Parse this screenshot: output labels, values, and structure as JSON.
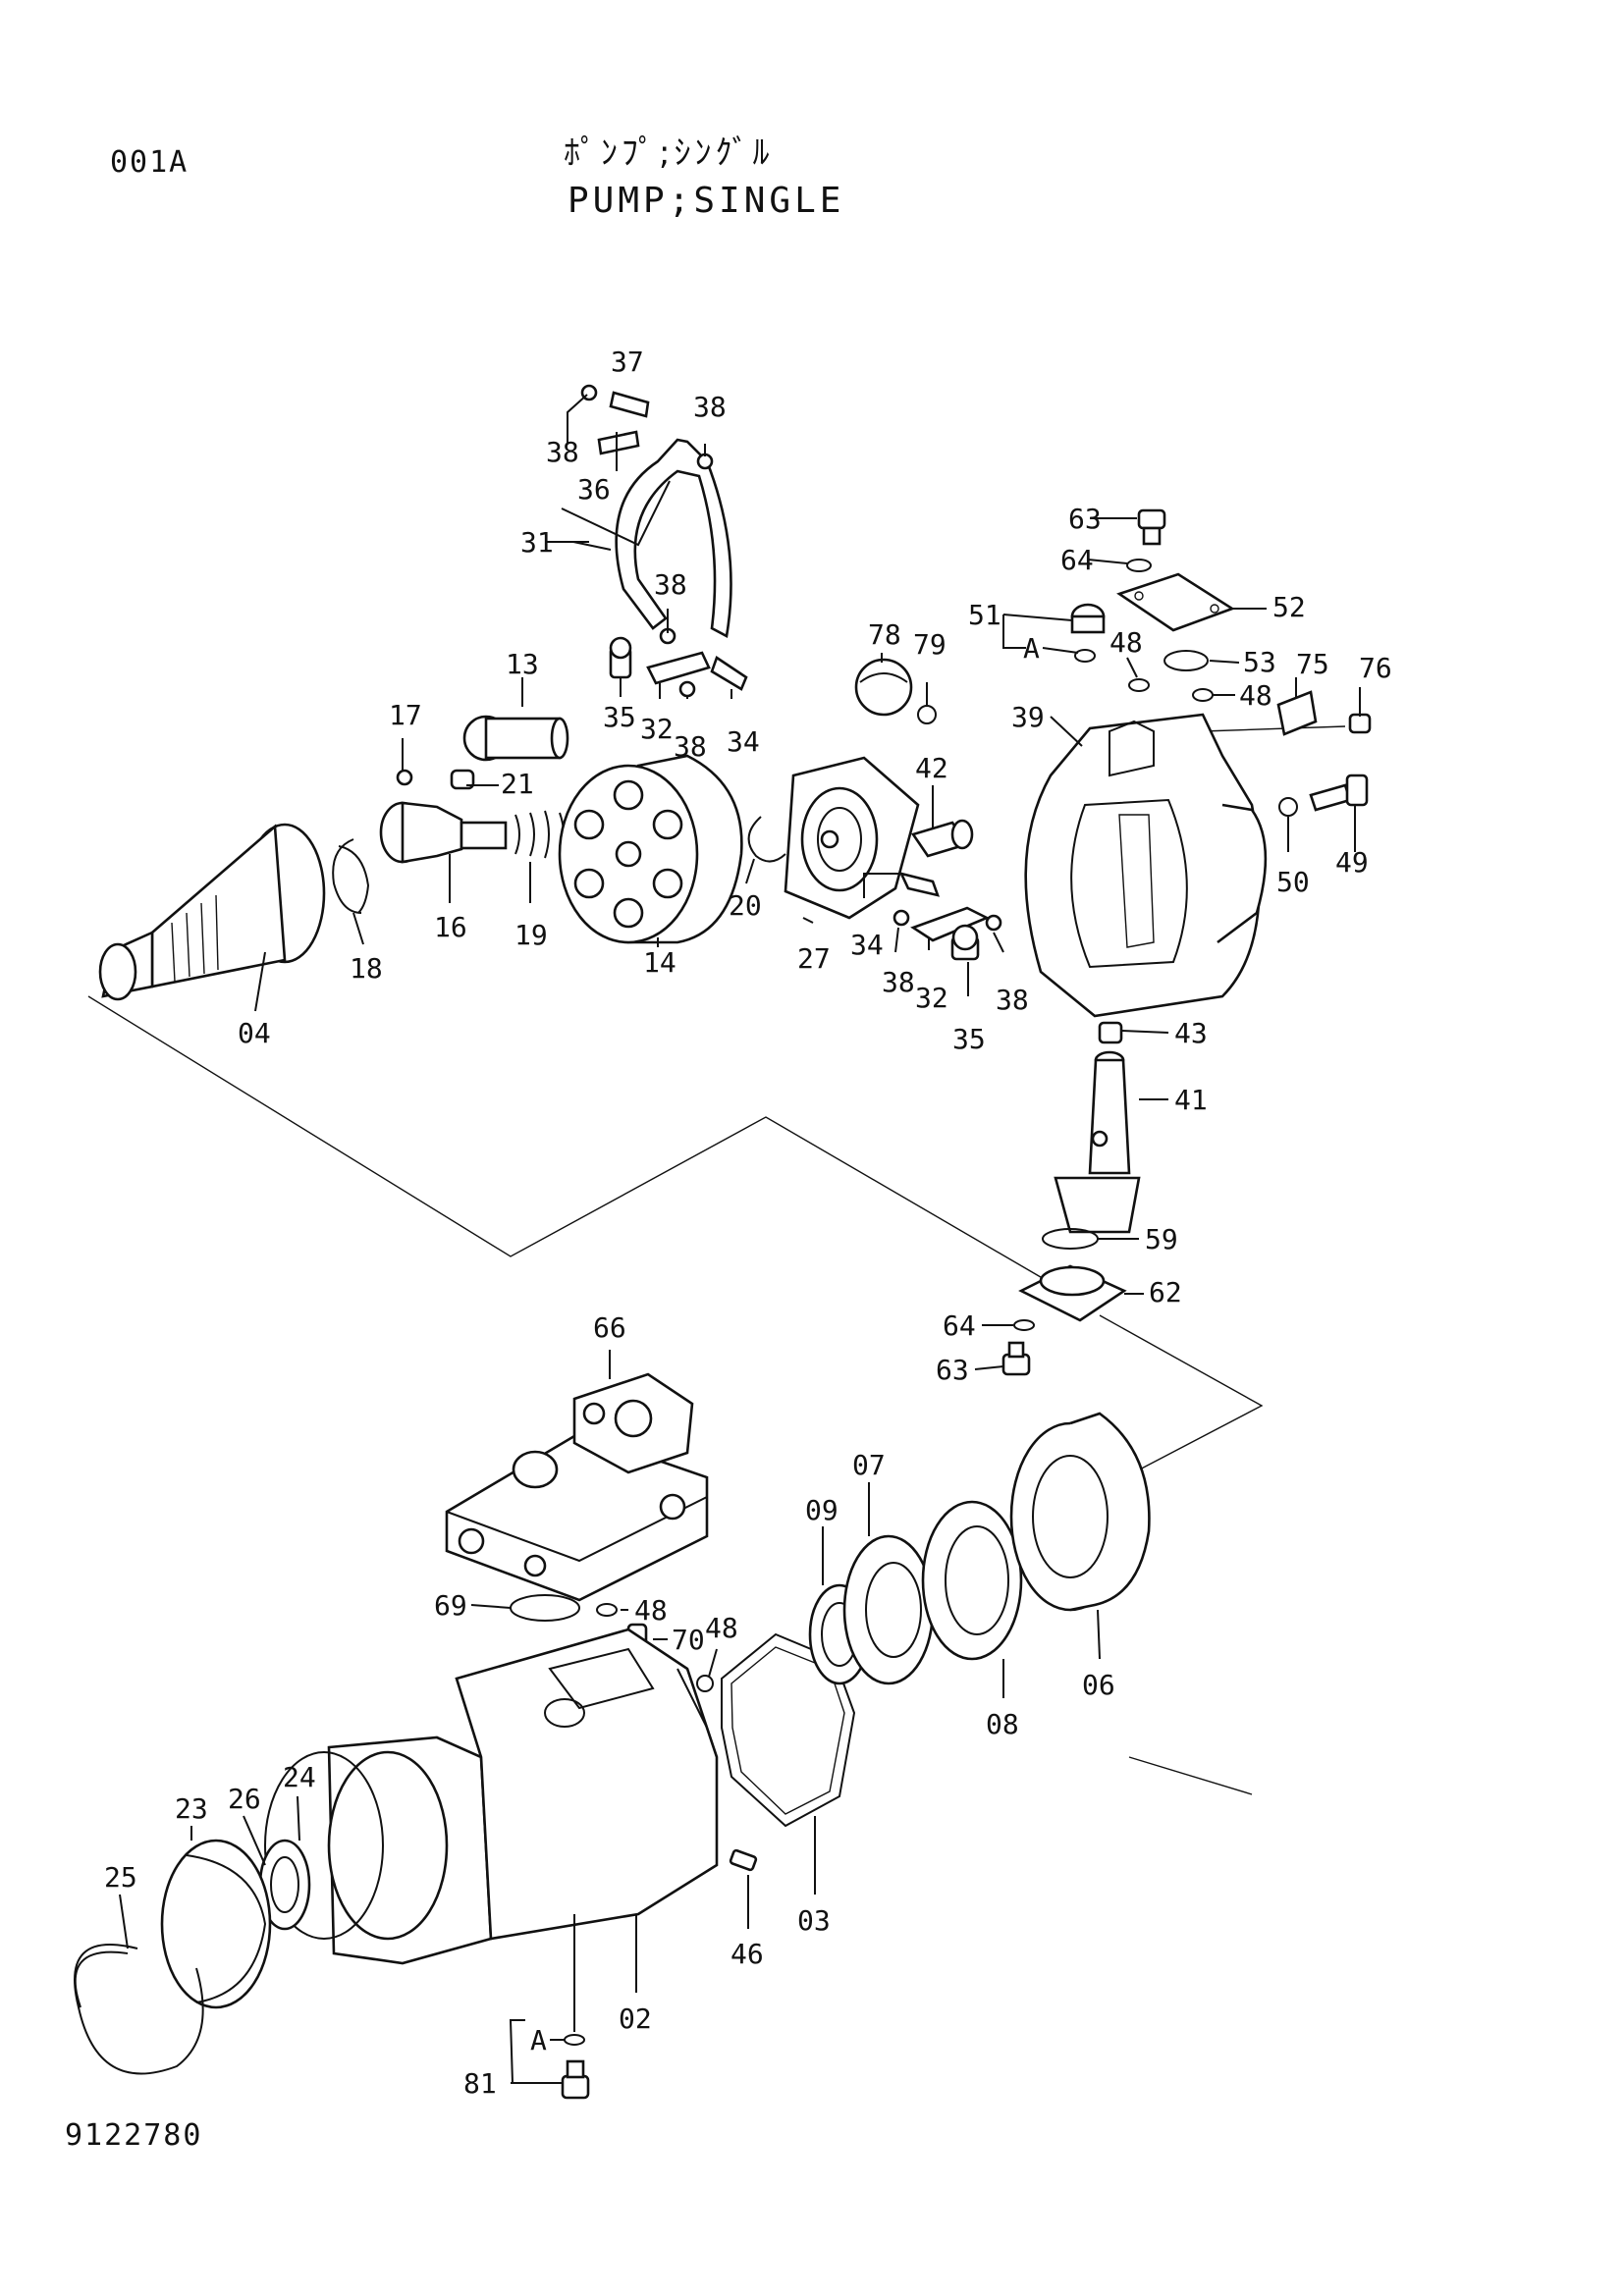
{
  "header": {
    "page_code": "001A",
    "title_jp": "ﾎﾟﾝﾌﾟ;ｼﾝｸﾞﾙ",
    "title_en": "PUMP;SINGLE"
  },
  "footer": {
    "drawing_no": "9122780"
  },
  "callouts": [
    {
      "id": "c37",
      "text": "37"
    },
    {
      "id": "c38a",
      "text": "38"
    },
    {
      "id": "c38b",
      "text": "38"
    },
    {
      "id": "c36",
      "text": "36"
    },
    {
      "id": "c31",
      "text": "31"
    },
    {
      "id": "c38c",
      "text": "38"
    },
    {
      "id": "c13",
      "text": "13"
    },
    {
      "id": "c35a",
      "text": "35"
    },
    {
      "id": "c32a",
      "text": "32"
    },
    {
      "id": "c38d",
      "text": "38"
    },
    {
      "id": "c34a",
      "text": "34"
    },
    {
      "id": "c17",
      "text": "17"
    },
    {
      "id": "c21",
      "text": "21"
    },
    {
      "id": "c16",
      "text": "16"
    },
    {
      "id": "c19",
      "text": "19"
    },
    {
      "id": "c14",
      "text": "14"
    },
    {
      "id": "c18",
      "text": "18"
    },
    {
      "id": "c04",
      "text": "04"
    },
    {
      "id": "c20",
      "text": "20"
    },
    {
      "id": "c27",
      "text": "27"
    },
    {
      "id": "c42",
      "text": "42"
    },
    {
      "id": "c34b",
      "text": "34"
    },
    {
      "id": "c38e",
      "text": "38"
    },
    {
      "id": "c32b",
      "text": "32"
    },
    {
      "id": "c35b",
      "text": "35"
    },
    {
      "id": "c38f",
      "text": "38"
    },
    {
      "id": "c78",
      "text": "78"
    },
    {
      "id": "c79",
      "text": "79"
    },
    {
      "id": "c51",
      "text": "51"
    },
    {
      "id": "cA1",
      "text": "A"
    },
    {
      "id": "c48a",
      "text": "48"
    },
    {
      "id": "c63a",
      "text": "63"
    },
    {
      "id": "c64a",
      "text": "64"
    },
    {
      "id": "c52",
      "text": "52"
    },
    {
      "id": "c53",
      "text": "53"
    },
    {
      "id": "c75",
      "text": "75"
    },
    {
      "id": "c76",
      "text": "76"
    },
    {
      "id": "c48b",
      "text": "48"
    },
    {
      "id": "c39",
      "text": "39"
    },
    {
      "id": "c50",
      "text": "50"
    },
    {
      "id": "c49",
      "text": "49"
    },
    {
      "id": "c43",
      "text": "43"
    },
    {
      "id": "c41",
      "text": "41"
    },
    {
      "id": "c59",
      "text": "59"
    },
    {
      "id": "c62",
      "text": "62"
    },
    {
      "id": "c64b",
      "text": "64"
    },
    {
      "id": "c63b",
      "text": "63"
    },
    {
      "id": "c66",
      "text": "66"
    },
    {
      "id": "c69",
      "text": "69"
    },
    {
      "id": "c48c",
      "text": "48"
    },
    {
      "id": "c70",
      "text": "70"
    },
    {
      "id": "c48d",
      "text": "48"
    },
    {
      "id": "c09",
      "text": "09"
    },
    {
      "id": "c07",
      "text": "07"
    },
    {
      "id": "c08",
      "text": "08"
    },
    {
      "id": "c06",
      "text": "06"
    },
    {
      "id": "c03",
      "text": "03"
    },
    {
      "id": "c46",
      "text": "46"
    },
    {
      "id": "c02",
      "text": "02"
    },
    {
      "id": "c25",
      "text": "25"
    },
    {
      "id": "c23",
      "text": "23"
    },
    {
      "id": "c26",
      "text": "26"
    },
    {
      "id": "c24",
      "text": "24"
    },
    {
      "id": "cA2",
      "text": "A"
    },
    {
      "id": "c81",
      "text": "81"
    }
  ]
}
